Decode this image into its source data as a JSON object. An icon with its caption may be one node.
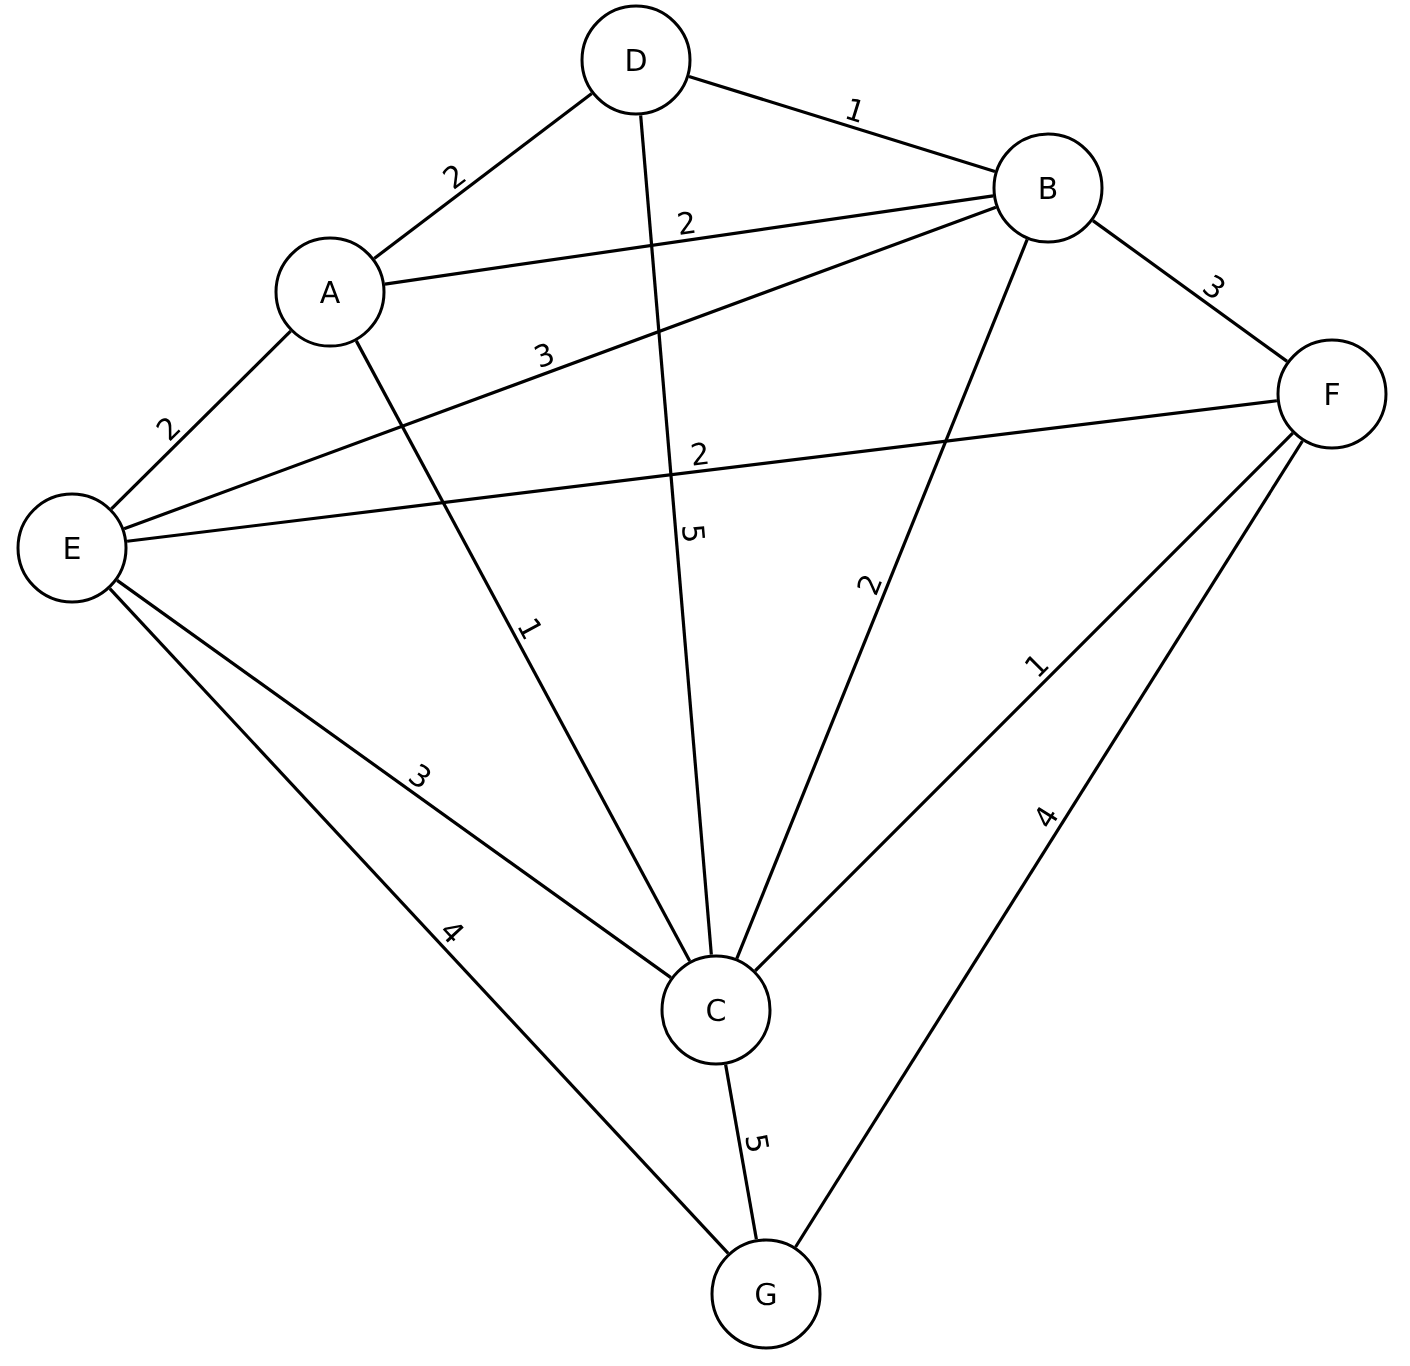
{
  "diagram": {
    "nodes": [
      {
        "text": [
          "D"
        ]
      },
      {
        "text": [
          "B"
        ]
      },
      {
        "text": [
          "A"
        ]
      },
      {
        "text": [
          "F"
        ]
      },
      {
        "text": [
          "E"
        ]
      },
      {
        "text": [
          "C"
        ]
      },
      {
        "text": [
          "G"
        ]
      }
    ],
    "edges": [
      {
        "from": 2,
        "to": 0,
        "arrow": "none",
        "label": "2"
      },
      {
        "from": 0,
        "to": 1,
        "arrow": "none",
        "label": "1"
      },
      {
        "from": 2,
        "to": 1,
        "arrow": "none",
        "label": "2"
      },
      {
        "from": 1,
        "to": 3,
        "arrow": "none",
        "label": "3"
      },
      {
        "from": 4,
        "to": 2,
        "arrow": "none",
        "label": "2"
      },
      {
        "from": 4,
        "to": 1,
        "arrow": "none",
        "label": "3"
      },
      {
        "from": 4,
        "to": 3,
        "arrow": "none",
        "label": "2"
      },
      {
        "from": 0,
        "to": 5,
        "arrow": "none",
        "label": "5"
      },
      {
        "from": 2,
        "to": 5,
        "arrow": "none",
        "label": "1"
      },
      {
        "from": 1,
        "to": 5,
        "arrow": "none",
        "label": "2"
      },
      {
        "from": 3,
        "to": 5,
        "arrow": "none",
        "label": "1"
      },
      {
        "from": 3,
        "to": 6,
        "arrow": "none",
        "label": "4"
      },
      {
        "from": 4,
        "to": 5,
        "arrow": "none",
        "label": "3"
      },
      {
        "from": 4,
        "to": 6,
        "arrow": "none",
        "label": "4"
      },
      {
        "from": 5,
        "to": 6,
        "arrow": "none",
        "label": "5"
      }
    ]
  }
}
